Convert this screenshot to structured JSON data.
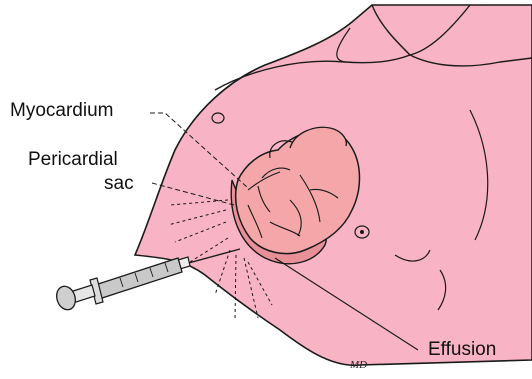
{
  "labels": {
    "myocardium": "Myocardium",
    "pericardial_line1": "Pericardial",
    "pericardial_line2": "sac",
    "effusion": "Effusion"
  },
  "signature": "MD",
  "colors": {
    "skin": "#f8b4c4",
    "heart": "#f4a6a8",
    "effusion_fluid": "#e98f98",
    "outline": "#1a1a1a",
    "syringe_barrel": "#c9c9c9",
    "background": "#ffffff"
  }
}
